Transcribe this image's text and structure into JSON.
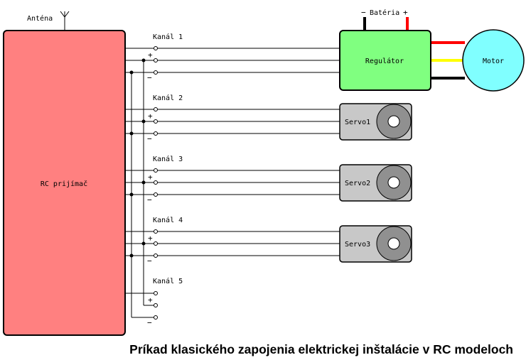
{
  "antenna": {
    "label": "Anténa"
  },
  "battery": {
    "label": "Batéria",
    "minus": "−",
    "plus": "+"
  },
  "receiver": {
    "label": "RC prijímač",
    "color": "#ff8080"
  },
  "regulator": {
    "label": "Regulátor",
    "color": "#80ff80"
  },
  "motor": {
    "label": "Motor",
    "color": "#80ffff"
  },
  "motor_wire_colors": [
    "#ff0000",
    "#ffff00",
    "#000000"
  ],
  "battery_wire_colors": {
    "minus": "#000000",
    "plus": "#ff0000"
  },
  "servo_color": "#c8c8c8",
  "channels": [
    {
      "label": "Kanál 1",
      "plus": "+",
      "minus": "−",
      "device": "Regulátor"
    },
    {
      "label": "Kanál 2",
      "plus": "+",
      "minus": "−",
      "device": "Servo1"
    },
    {
      "label": "Kanál 3",
      "plus": "+",
      "minus": "−",
      "device": "Servo2"
    },
    {
      "label": "Kanál 4",
      "plus": "+",
      "minus": "−",
      "device": "Servo3"
    },
    {
      "label": "Kanál 5",
      "plus": "+",
      "minus": "−",
      "device": ""
    }
  ],
  "servos": [
    {
      "label": "Servo1"
    },
    {
      "label": "Servo2"
    },
    {
      "label": "Servo3"
    }
  ],
  "caption": "Príkad klasického zapojenia elektrickej inštalácie v RC modeloch"
}
